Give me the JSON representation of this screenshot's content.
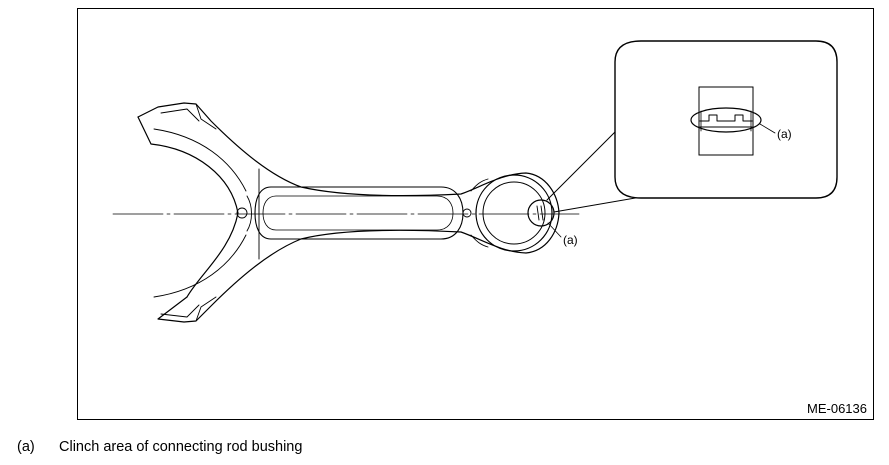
{
  "figure": {
    "code": "ME-06136",
    "callout_label": "(a)",
    "detail_label": "(a)"
  },
  "legend": [
    {
      "marker": "(a)",
      "text": "Clinch area of connecting rod bushing"
    }
  ]
}
